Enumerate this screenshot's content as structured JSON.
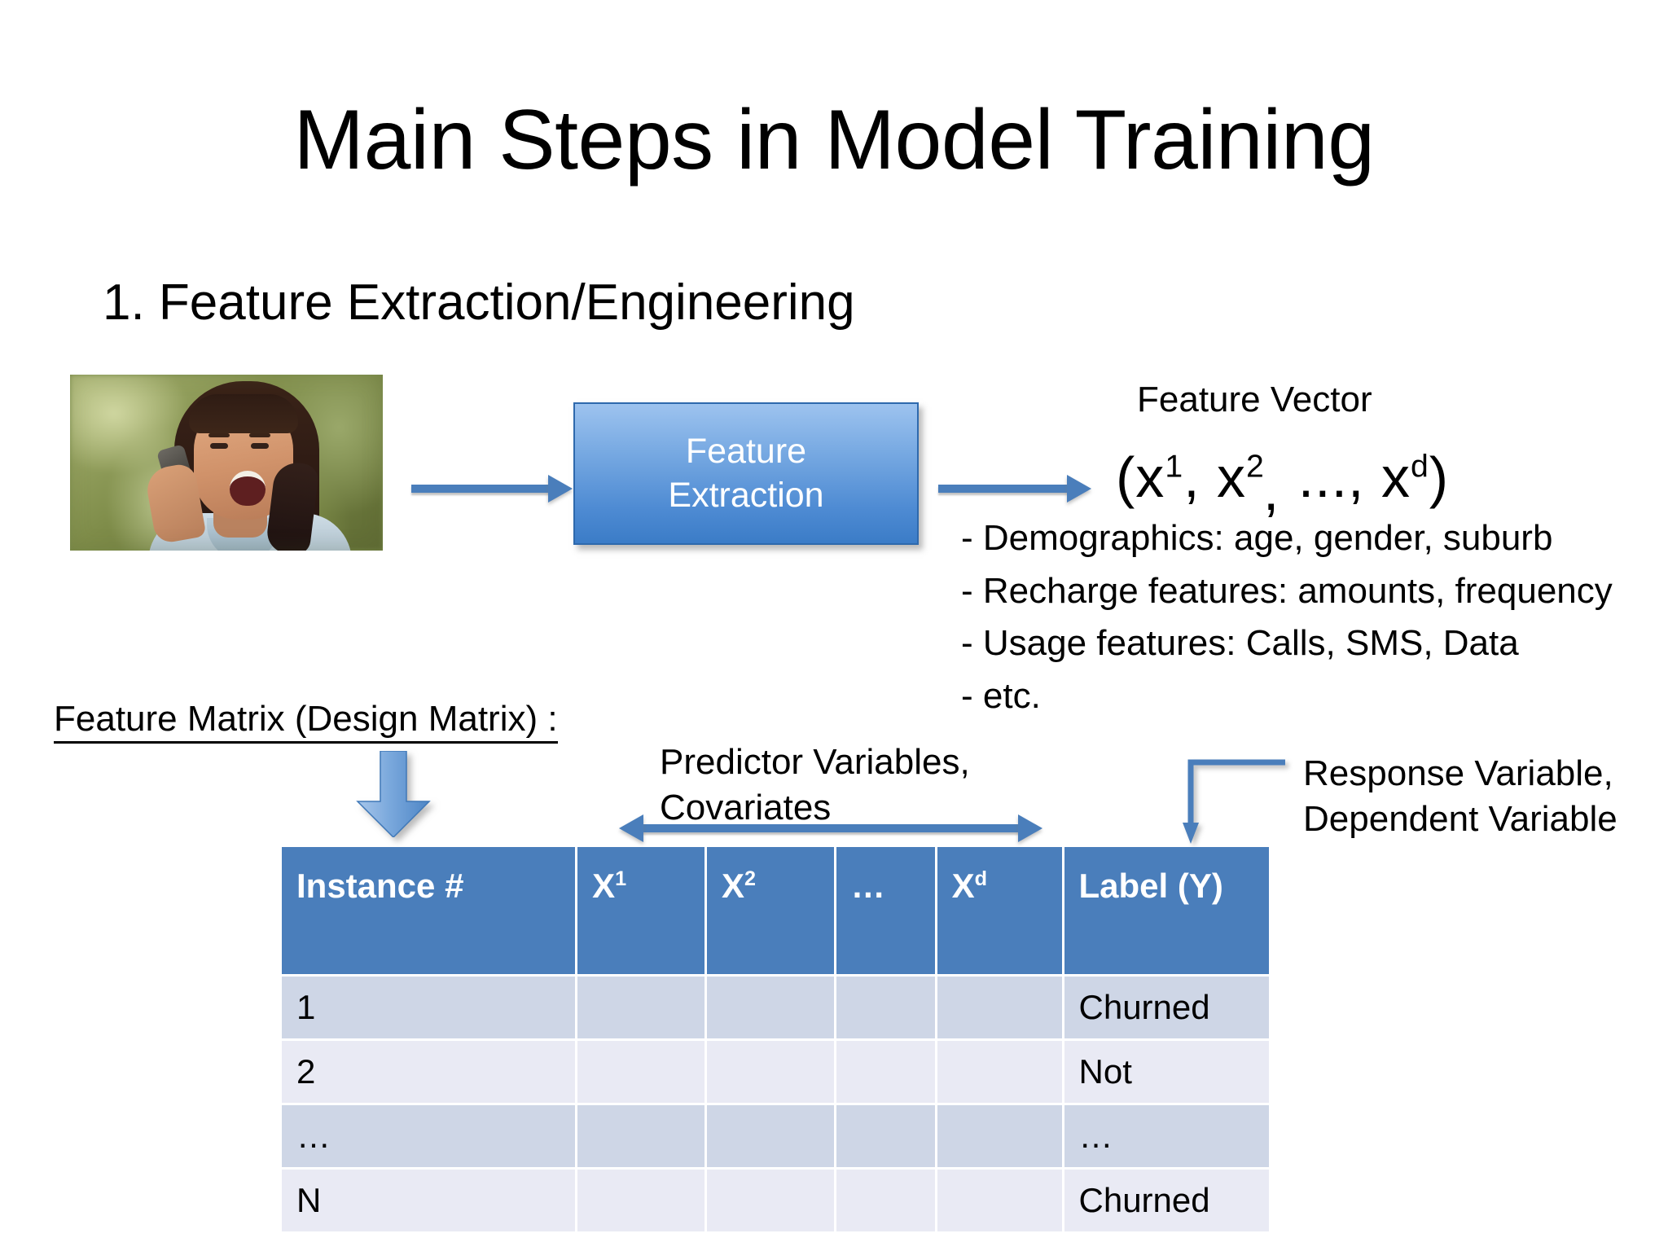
{
  "slide": {
    "title": "Main Steps in Model Training",
    "step_heading": "1. Feature Extraction/Engineering"
  },
  "pipeline": {
    "photo_alt": "woman-on-mobile-phone-photo",
    "arrow1_name": "arrow-photo-to-extraction",
    "process_box": {
      "line1": "Feature",
      "line2": "Extraction"
    },
    "arrow2_name": "arrow-extraction-to-vector"
  },
  "feature_vector": {
    "label": "Feature Vector",
    "expr_open": "(x",
    "expr_sup1": "1",
    "expr_mid1": ", x",
    "expr_sup2": "2",
    "expr_comma": ",",
    "expr_mid2": " ..., x",
    "expr_sup3": "d",
    "expr_close": ")",
    "bullets": [
      "- Demographics: age, gender, suburb",
      "- Recharge features: amounts, frequency",
      "- Usage features: Calls, SMS, Data",
      "- etc."
    ]
  },
  "matrix": {
    "label": "Feature Matrix (Design Matrix) :",
    "predictor_annotation_line1": "Predictor Variables,",
    "predictor_annotation_line2": "Covariates",
    "response_annotation_line1": "Response Variable,",
    "response_annotation_line2": "Dependent Variable",
    "headers": {
      "instance": "Instance #",
      "x1_base": "X",
      "x1_sup": "1",
      "x2_base": "X",
      "x2_sup": "2",
      "dots": "…",
      "xd_base": "X",
      "xd_sup": "d",
      "label": "Label (Y)"
    },
    "rows": [
      {
        "instance": "1",
        "x1": "",
        "x2": "",
        "dots": "",
        "xd": "",
        "label": "Churned"
      },
      {
        "instance": "2",
        "x1": "",
        "x2": "",
        "dots": "",
        "xd": "",
        "label": "Not"
      },
      {
        "instance": "…",
        "x1": "",
        "x2": "",
        "dots": "",
        "xd": "",
        "label": "…"
      },
      {
        "instance": "N",
        "x1": "",
        "x2": "",
        "dots": "",
        "xd": "",
        "label": "Churned"
      }
    ]
  },
  "colors": {
    "accent_blue": "#4A7EBB",
    "box_gradient_top": "#9DC3EF",
    "box_gradient_bottom": "#3B7CC7",
    "row_odd": "#CED6E6",
    "row_even": "#E9EAF4",
    "text": "#000000"
  }
}
